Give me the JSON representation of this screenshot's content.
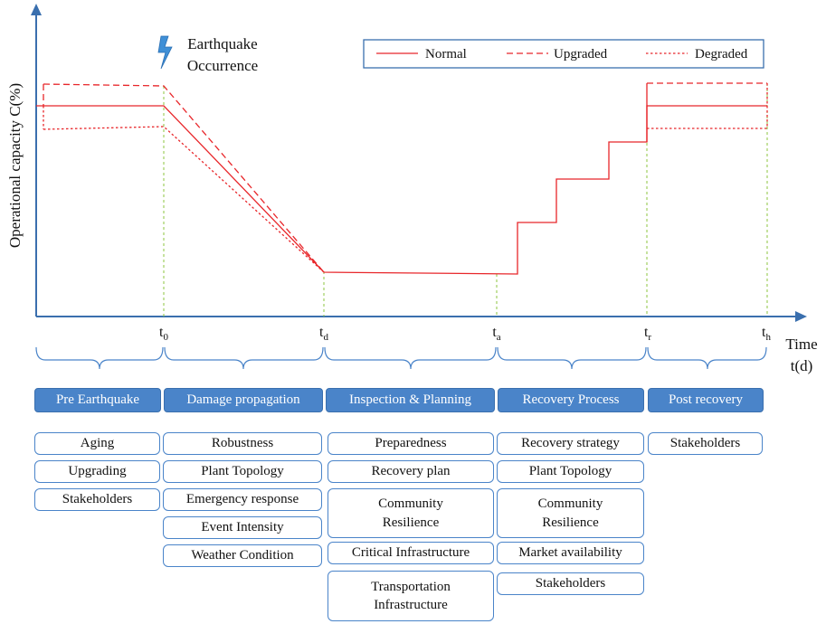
{
  "axes": {
    "y_label": "Operational capacity C(%)",
    "x_label_line1": "Time",
    "x_label_line2": "t(d)"
  },
  "event": {
    "line1": "Earthquake",
    "line2": "Occurrence",
    "icon": "lightning-bolt-icon"
  },
  "legend": {
    "items": [
      {
        "label": "Normal",
        "style": "solid"
      },
      {
        "label": "Upgraded",
        "style": "dashed"
      },
      {
        "label": "Degraded",
        "style": "dotted"
      }
    ]
  },
  "ticks": [
    {
      "base": "t",
      "sub": "0"
    },
    {
      "base": "t",
      "sub": "d"
    },
    {
      "base": "t",
      "sub": "a"
    },
    {
      "base": "t",
      "sub": "r"
    },
    {
      "base": "t",
      "sub": "h"
    }
  ],
  "stages": [
    {
      "label": "Pre Earthquake",
      "factors": [
        "Aging",
        "Upgrading",
        "Stakeholders"
      ]
    },
    {
      "label": "Damage propagation",
      "factors": [
        "Robustness",
        "Plant Topology",
        "Emergency response",
        "Event Intensity",
        "Weather Condition"
      ]
    },
    {
      "label": "Inspection & Planning",
      "factors": [
        "Preparedness",
        "Recovery plan",
        "Community\nResilience",
        "Critical Infrastructure",
        "Transportation\nInfrastructure"
      ]
    },
    {
      "label": "Recovery Process",
      "factors": [
        "Recovery strategy",
        "Plant Topology",
        "Community\nResilience",
        "Market availability",
        "Stakeholders"
      ]
    },
    {
      "label": "Post recovery",
      "factors": [
        "Stakeholders"
      ]
    }
  ],
  "colors": {
    "curve": "#e8262a",
    "axis": "#3a6fae",
    "guide": "#8cc63f",
    "stage_fill": "#4a84c9",
    "box_border": "#4a84c9"
  }
}
